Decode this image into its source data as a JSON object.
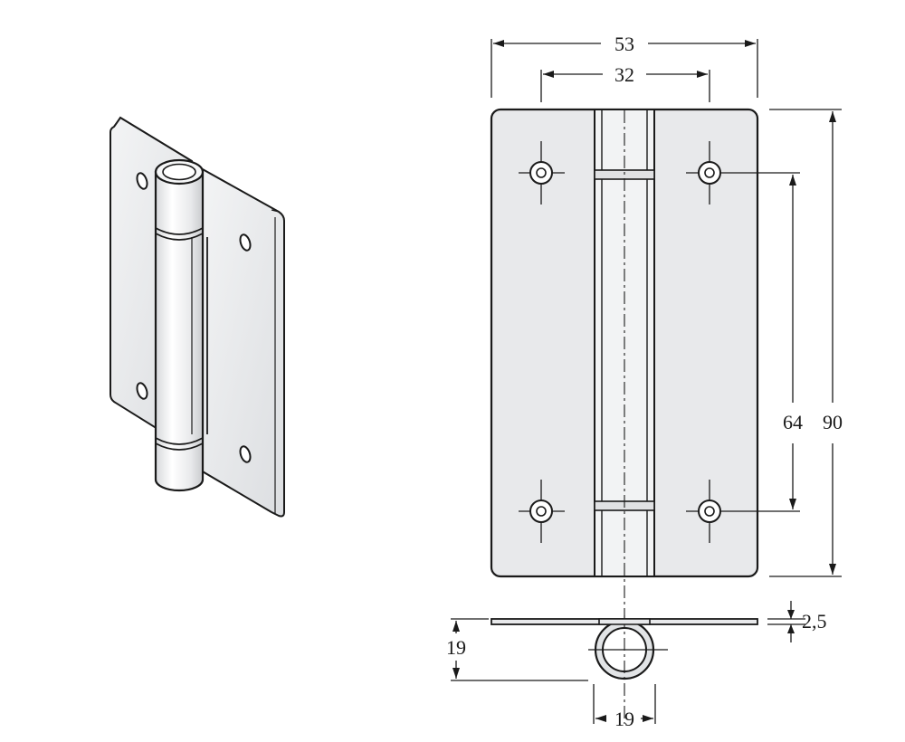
{
  "dimensions": {
    "overall_width": "53",
    "hole_spacing_horizontal": "32",
    "overall_height": "90",
    "hole_spacing_vertical": "64",
    "leaf_thickness": "2,5",
    "knuckle_height": "19",
    "knuckle_width": "19"
  },
  "colors": {
    "line": "#1a1a1a",
    "leaf_fill": "#e9eaec",
    "knuckle_fill": "#f4f5f6",
    "shade": "#cfd1d4"
  }
}
